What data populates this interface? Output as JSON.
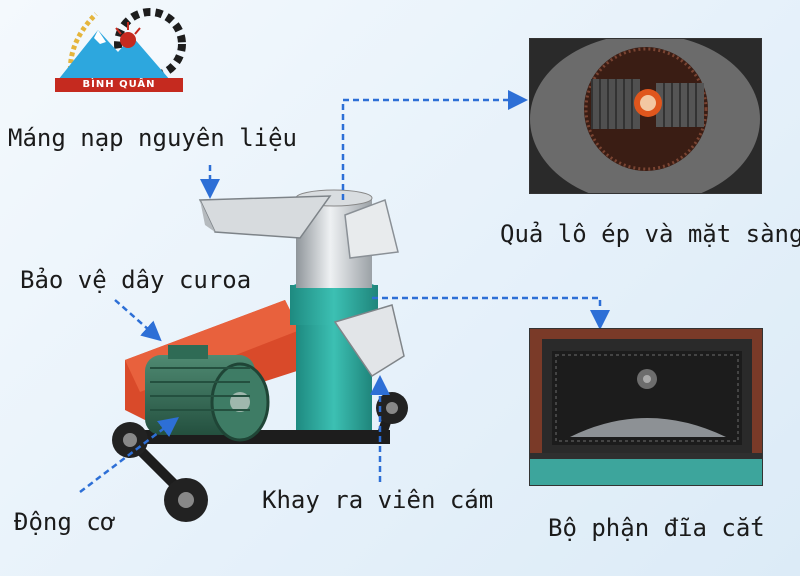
{
  "logo": {
    "text": "BÌNH QUÂN"
  },
  "labels": {
    "hopper": "Máng nạp nguyên liệu",
    "belt_guard": "Bảo vệ dây curoa",
    "motor": "Động cơ",
    "tray": "Khay ra viên cám",
    "roller": "Quả lô ép và mặt sàng",
    "cutter": "Bộ phận đĩa cắt"
  },
  "colors": {
    "arrow": "#2d6fd6",
    "belt_guard": "#d94a2a",
    "motor": "#2f6b55",
    "body": "#2aa79b",
    "steel": "#cfd3d6",
    "frame": "#1d1d1d",
    "logo_red": "#c52a1f",
    "logo_gold": "#e5b53c"
  }
}
